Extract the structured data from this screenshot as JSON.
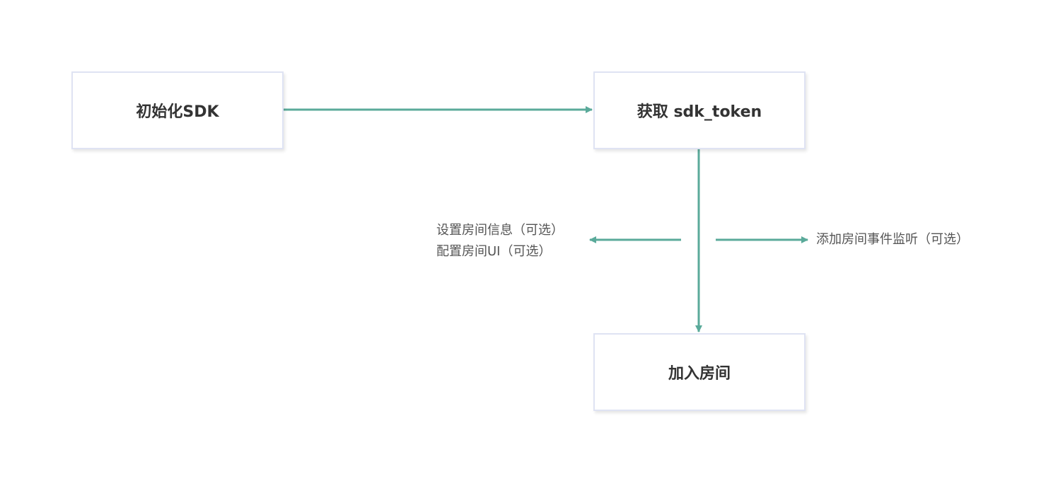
{
  "colors": {
    "edge": "#5aaa9a",
    "node_border": "#dfe3f3",
    "node_text": "#333333",
    "label_text": "#555555"
  },
  "nodes": {
    "init": "初始化SDK",
    "token": "获取 sdk_token",
    "join": "加入房间"
  },
  "side_labels": {
    "left": {
      "line1": "设置房间信息（可选）",
      "line2": "配置房间UI（可选）"
    },
    "right": "添加房间事件监听（可选）"
  }
}
